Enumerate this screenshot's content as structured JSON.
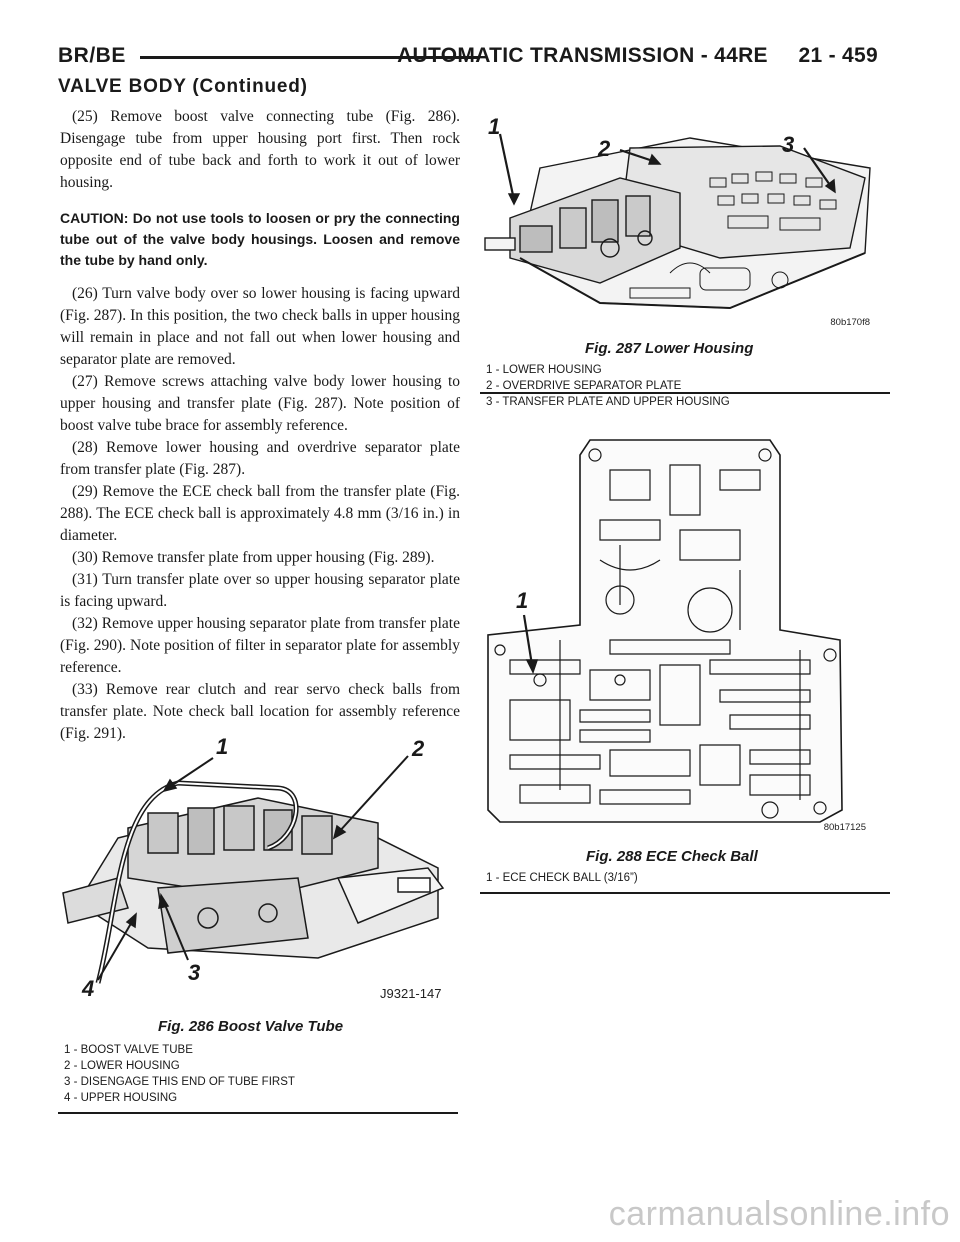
{
  "header": {
    "left": "BR/BE",
    "right": "AUTOMATIC TRANSMISSION - 44RE     21 - 459"
  },
  "section_title": "VALVE BODY (Continued)",
  "body": {
    "p25": "(25) Remove boost valve connecting tube (Fig. 286). Disengage tube from upper housing port first. Then rock opposite end of tube back and forth to work it out of lower housing.",
    "caution": "CAUTION: Do not use tools to loosen or pry the connecting tube out of the valve body housings. Loosen and remove the tube by hand only.",
    "p26": "(26) Turn valve body over so lower housing is facing upward (Fig. 287). In this position, the two check balls in upper housing will remain in place and not fall out when lower housing and separator plate are removed.",
    "p27": "(27) Remove screws attaching valve body lower housing to upper housing and transfer plate (Fig. 287). Note position of boost valve tube brace for assembly reference.",
    "p28": "(28) Remove lower housing and overdrive separator plate from transfer plate (Fig. 287).",
    "p29": "(29) Remove the ECE check ball from the transfer plate (Fig. 288). The ECE check ball is approximately 4.8 mm (3/16 in.) in diameter.",
    "p30": "(30) Remove transfer plate from upper housing (Fig. 289).",
    "p31": "(31) Turn transfer plate over so upper housing separator plate is facing upward.",
    "p32": "(32) Remove upper housing separator plate from transfer plate (Fig. 290). Note position of filter in separator plate for assembly reference.",
    "p33": "(33) Remove rear clutch and rear servo check balls from transfer plate. Note check ball location for assembly reference (Fig. 291)."
  },
  "fig286": {
    "title": "Fig. 286 Boost Valve Tube",
    "tag": "J9321-147",
    "callouts": [
      "1",
      "2",
      "3",
      "4"
    ],
    "legend": [
      "1 - BOOST VALVE TUBE",
      "2 - LOWER HOUSING",
      "3 - DISENGAGE THIS END OF TUBE FIRST",
      "4 - UPPER HOUSING"
    ]
  },
  "fig287": {
    "title": "Fig. 287 Lower Housing",
    "tag": "80b170f8",
    "callouts": [
      "1",
      "2",
      "3"
    ],
    "legend": [
      "1 - LOWER HOUSING",
      "2 - OVERDRIVE SEPARATOR PLATE",
      "3 - TRANSFER PLATE AND UPPER HOUSING"
    ]
  },
  "fig288": {
    "title": "Fig. 288 ECE Check Ball",
    "tag": "80b17125",
    "callouts": [
      "1"
    ],
    "legend": [
      "1 - ECE CHECK BALL (3/16”)"
    ]
  },
  "footer": {
    "watermark": "carmanualsonline.info"
  }
}
